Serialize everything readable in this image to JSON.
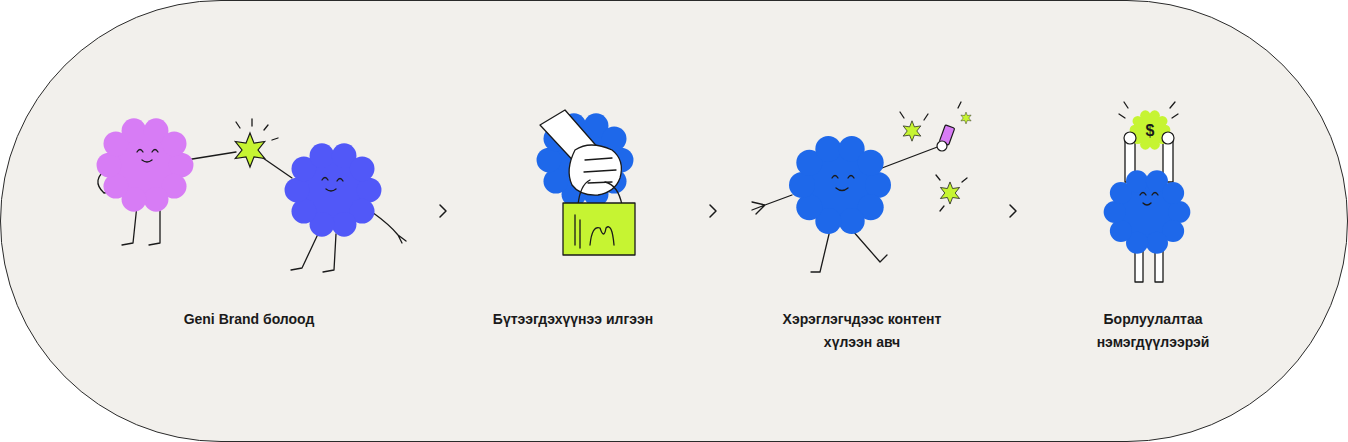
{
  "diagram": {
    "nodes": [
      {
        "text": [
          "Geni Brand болоод"
        ]
      },
      {
        "text": [
          "Бүтээгдэхүүнээ илгээн"
        ]
      },
      {
        "text": [
          "Хэрэглэгчдээс контент хүлээн авч"
        ]
      },
      {
        "text": [
          "Борлуулалтаа нэмэгдүүлээрэй"
        ]
      }
    ],
    "edges": [
      {
        "from": 0,
        "to": 1,
        "arrow": "to"
      },
      {
        "from": 1,
        "to": 2,
        "arrow": "to"
      },
      {
        "from": 2,
        "to": 3,
        "arrow": "to"
      }
    ],
    "labels": [
      "$"
    ]
  }
}
